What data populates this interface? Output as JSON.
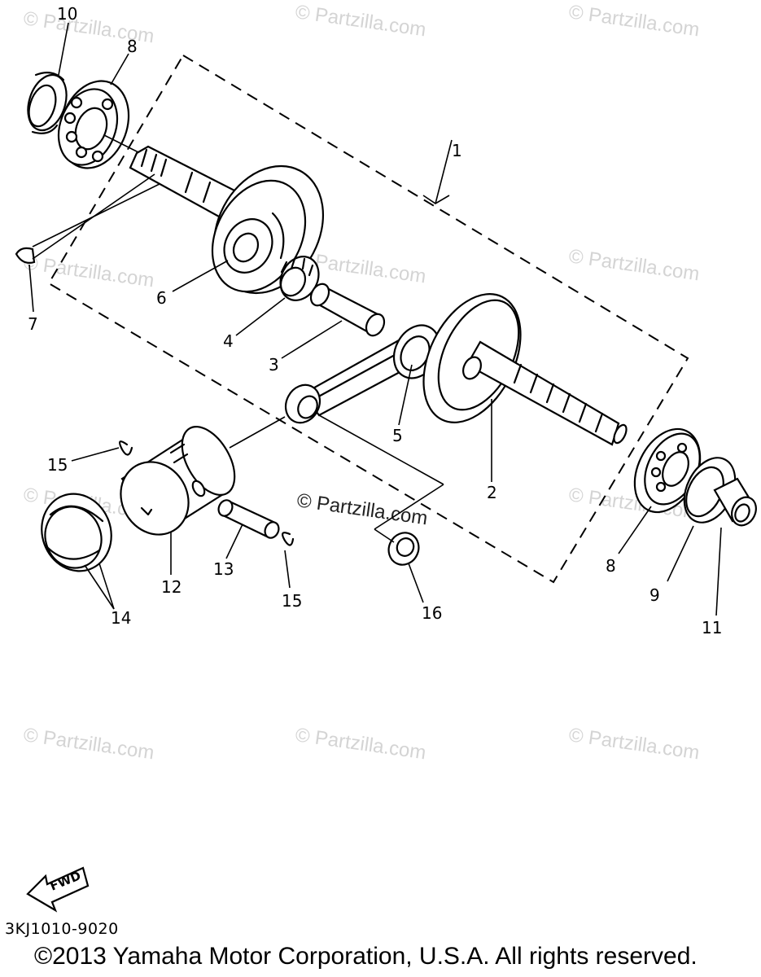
{
  "watermarks": {
    "text": "© Partzilla.com",
    "center_text": "© Partzilla.com"
  },
  "labels": {
    "p1": "1",
    "p2": "2",
    "p3": "3",
    "p4": "4",
    "p5": "5",
    "p6": "6",
    "p7": "7",
    "p8a": "8",
    "p8b": "8",
    "p9": "9",
    "p10": "10",
    "p11": "11",
    "p12": "12",
    "p13": "13",
    "p14": "14",
    "p15a": "15",
    "p15b": "15",
    "p16": "16"
  },
  "fwd_label": "FWD",
  "diagram_code": "3KJ1010-9020",
  "copyright": "©2013  Yamaha Motor Corporation, U.S.A. All rights reserved."
}
